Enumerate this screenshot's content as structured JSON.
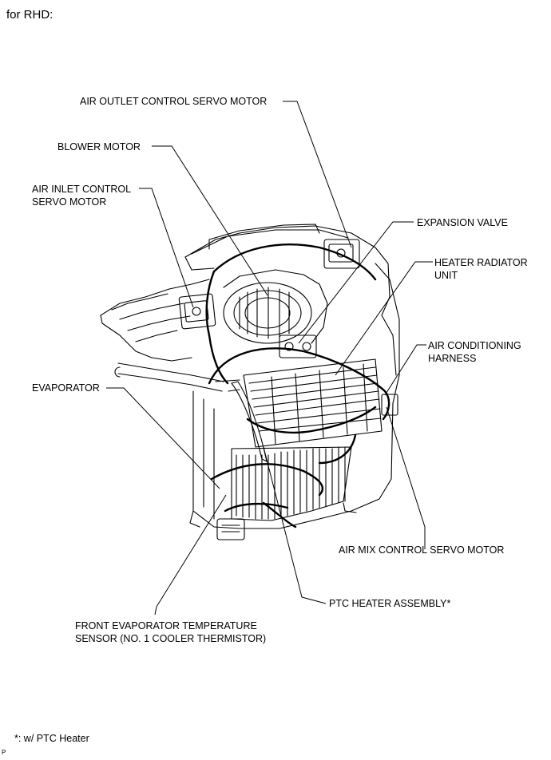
{
  "header": "for RHD:",
  "labels": {
    "air_outlet": "AIR OUTLET CONTROL SERVO MOTOR",
    "blower": "BLOWER MOTOR",
    "air_inlet_1": "AIR INLET CONTROL",
    "air_inlet_2": "SERVO MOTOR",
    "expansion_valve": "EXPANSION VALVE",
    "heater_radiator_1": "HEATER RADIATOR",
    "heater_radiator_2": "UNIT",
    "ac_harness_1": "AIR CONDITIONING",
    "ac_harness_2": "HARNESS",
    "evaporator": "EVAPORATOR",
    "air_mix": "AIR MIX CONTROL SERVO MOTOR",
    "ptc_heater": "PTC HEATER ASSEMBLY*",
    "front_evap_1": "FRONT EVAPORATOR TEMPERATURE",
    "front_evap_2": "SENSOR (NO. 1 COOLER THERMISTOR)"
  },
  "footnote": "*: w/ PTC Heater",
  "code": "P"
}
